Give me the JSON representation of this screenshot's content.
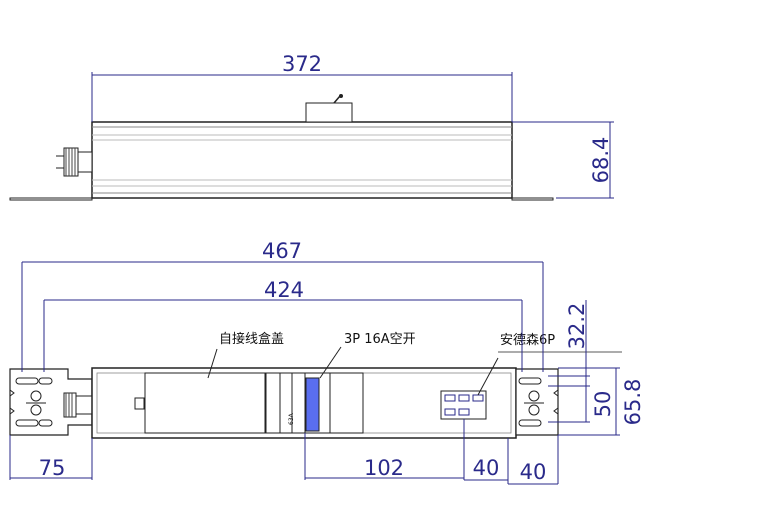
{
  "dimensions": {
    "top_width": "372",
    "top_height": "68.4",
    "total_length": "467",
    "hole_pitch": "424",
    "slot_offset": "32.2",
    "slot_pitch": "50",
    "body_height": "65.8",
    "left_offset": "75",
    "breaker_to_socket": "102",
    "socket_width": "40",
    "socket_to_end": "40"
  },
  "labels": {
    "junction_cover": "自接线盒盖",
    "breaker": "3P 16A空开",
    "socket": "安德森6P",
    "breaker_marking": "63A"
  },
  "colors": {
    "dimension": "#2a2a8a",
    "outline": "#222222",
    "breaker_handle": "#5a6ef0"
  }
}
